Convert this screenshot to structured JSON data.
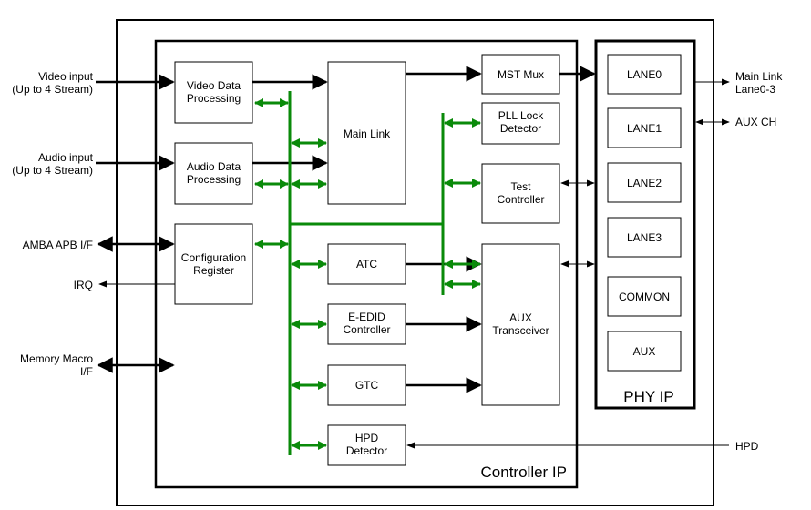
{
  "outer_frame": {},
  "controller": {
    "title": "Controller IP",
    "blocks": {
      "video_proc": [
        "Video Data",
        "Processing"
      ],
      "audio_proc": [
        "Audio Data",
        "Processing"
      ],
      "config_reg": [
        "Configuration",
        "Register"
      ],
      "main_link": [
        "Main Link"
      ],
      "mst_mux": [
        "MST Mux"
      ],
      "pll_lock": [
        "PLL Lock",
        "Detector"
      ],
      "test_ctrl": [
        "Test",
        "Controller"
      ],
      "atc": [
        "ATC"
      ],
      "e_edid": [
        "E-EDID",
        "Controller"
      ],
      "gtc": [
        "GTC"
      ],
      "hpd_det": [
        "HPD",
        "Detector"
      ],
      "aux_trx": [
        "AUX",
        "Transceiver"
      ]
    }
  },
  "phy": {
    "title": "PHY IP",
    "lanes": [
      "LANE0",
      "LANE1",
      "LANE2",
      "LANE3",
      "COMMON",
      "AUX"
    ]
  },
  "external_left": {
    "video": [
      "Video input",
      "(Up to 4 Stream)"
    ],
    "audio": [
      "Audio input",
      "(Up to 4 Stream)"
    ],
    "amba": [
      "AMBA APB I/F"
    ],
    "irq": [
      "IRQ"
    ],
    "memory": [
      "Memory Macro",
      "I/F"
    ]
  },
  "external_right": {
    "main_link": [
      "Main Link",
      "Lane0-3"
    ],
    "aux_ch": [
      "AUX CH"
    ],
    "hpd": [
      "HPD"
    ]
  },
  "colors": {
    "bus": "#0a8a0a",
    "line": "#000000"
  }
}
